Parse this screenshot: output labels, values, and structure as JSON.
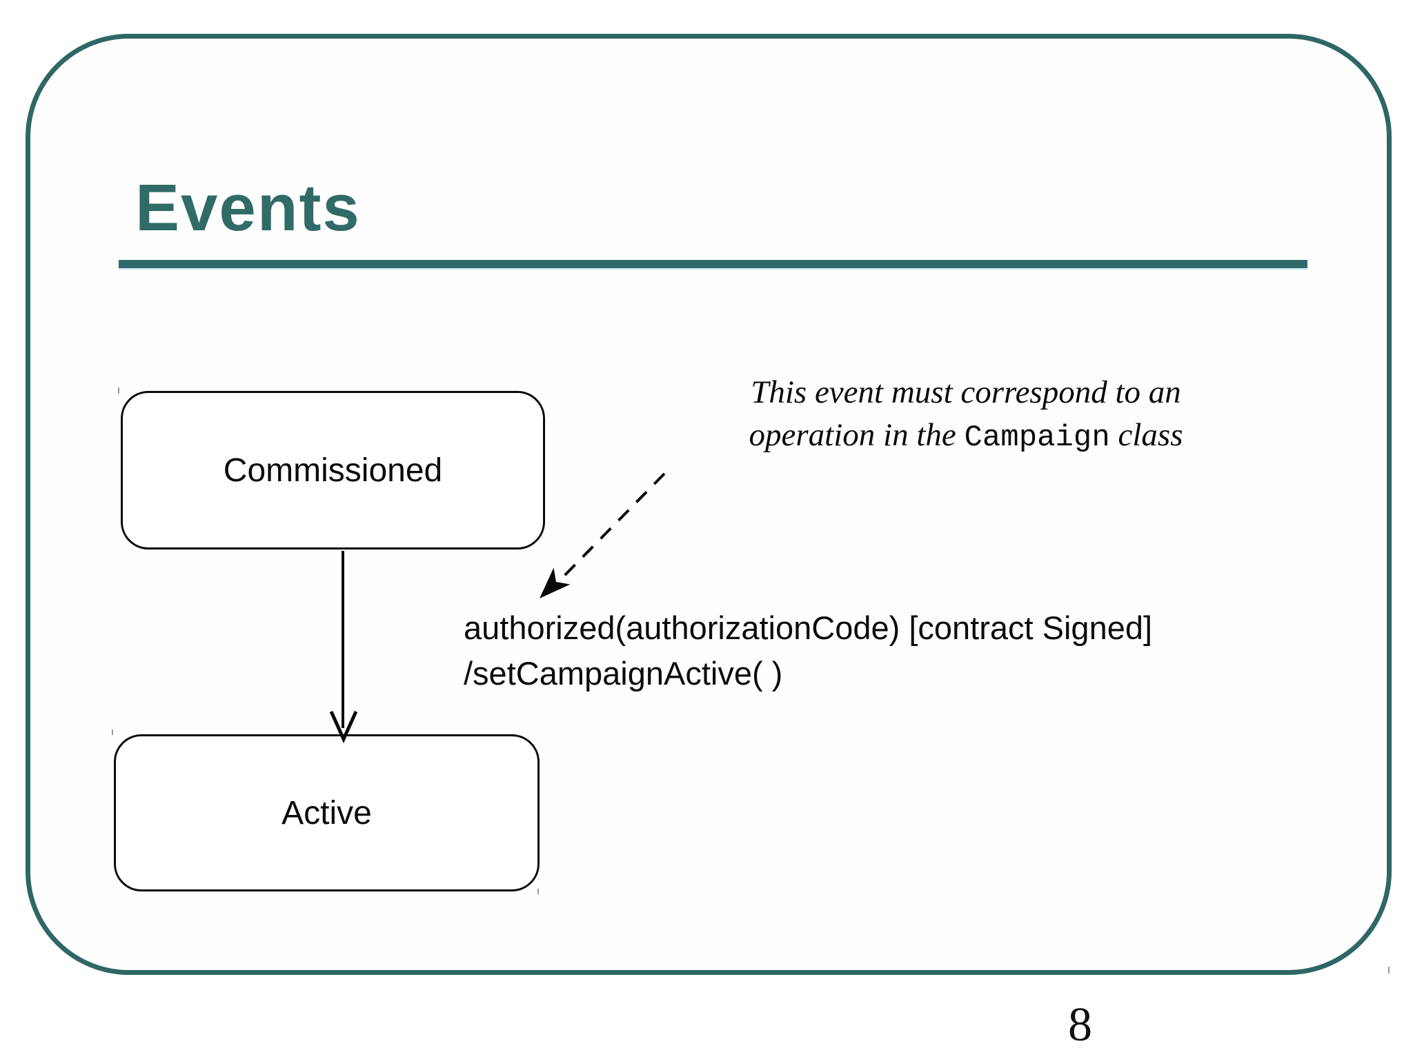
{
  "slide": {
    "title": "Events",
    "page_number": "8"
  },
  "colors": {
    "accent_teal": "#2F6B68",
    "diagram_ink": "#0b0b0b"
  },
  "diagram": {
    "type": "uml-state-diagram",
    "states": [
      {
        "name": "Commissioned"
      },
      {
        "name": "Active"
      }
    ],
    "transition": {
      "from": "Commissioned",
      "to": "Active",
      "event_line": "authorized(authorizationCode) [contract Signed]",
      "action_line": "/setCampaignActive( )"
    },
    "annotation": {
      "line1": "This event must correspond to an",
      "line2_pre": "operation in the ",
      "code_word": "Campaign",
      "line2_post": " class"
    }
  }
}
